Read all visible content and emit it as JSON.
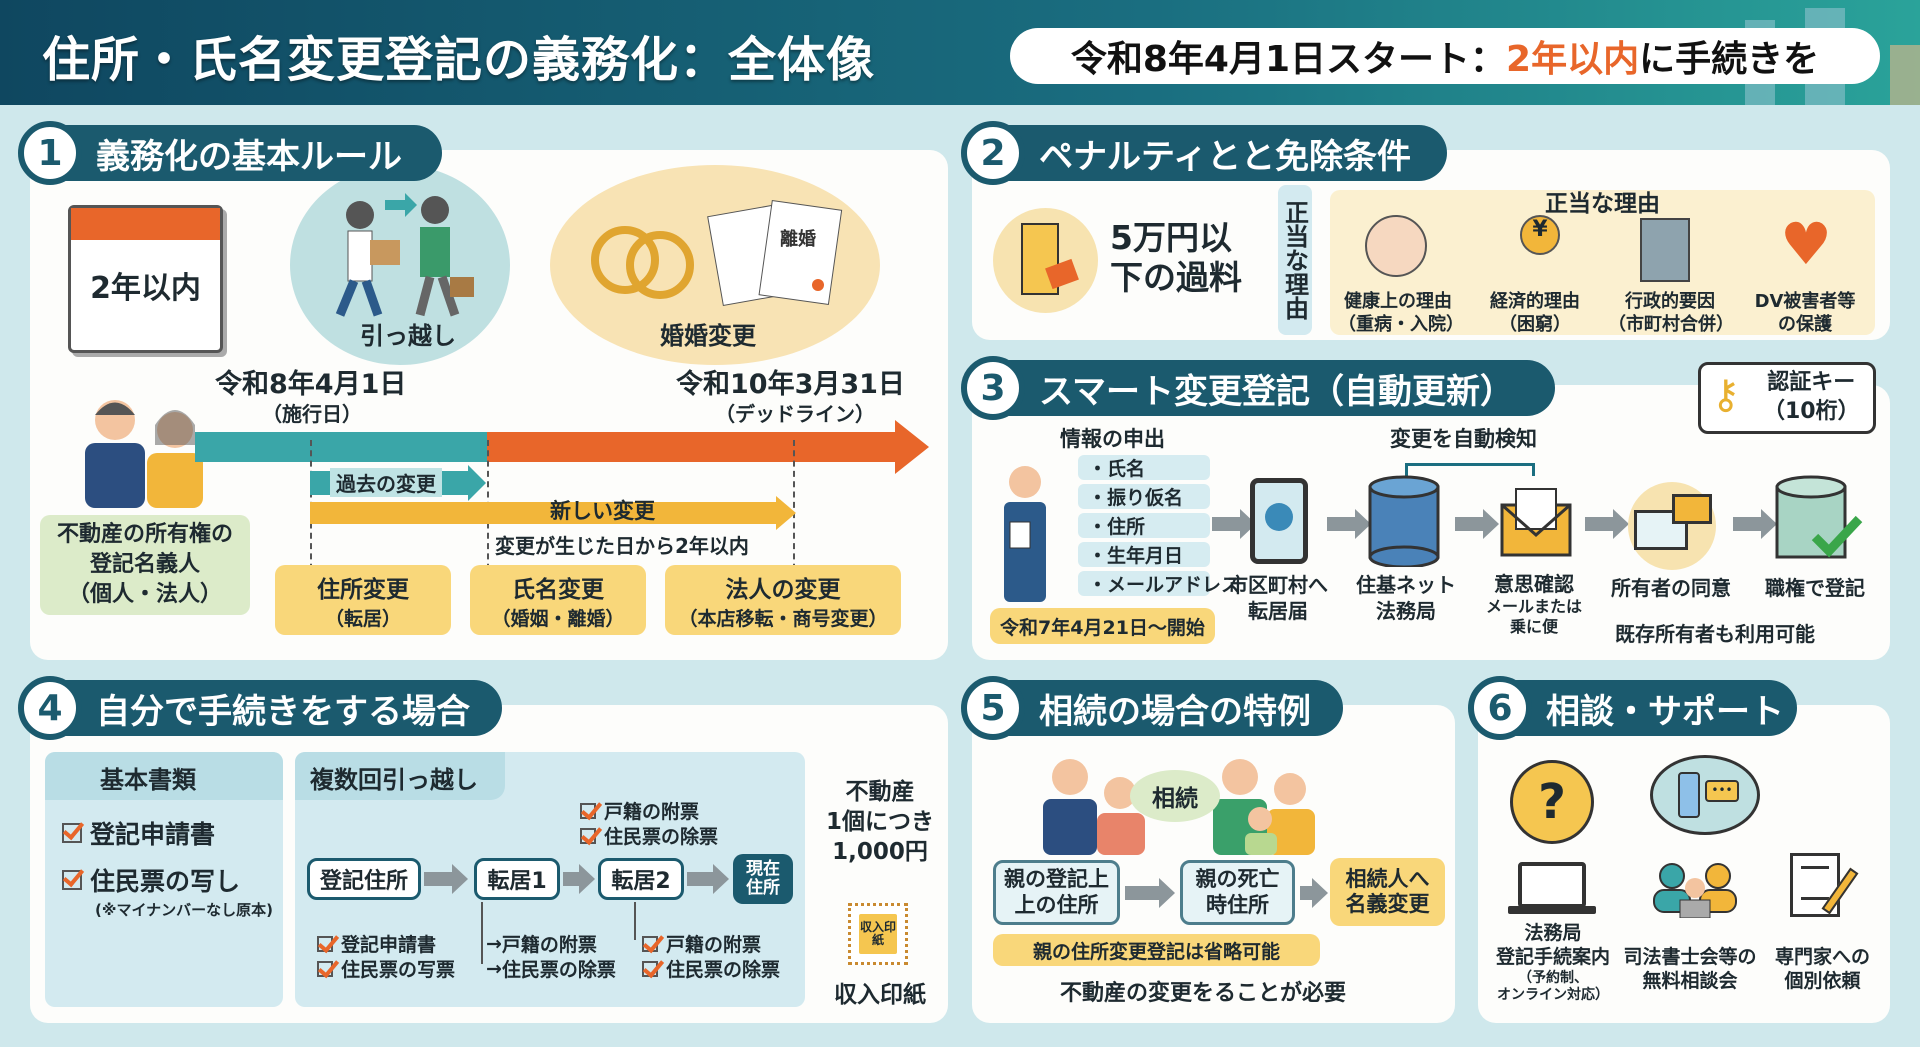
{
  "header": {
    "title": "住所・氏名変更登記の義務化：全体像",
    "banner_prefix": "令和8年4月1日スタート：",
    "banner_highlight": "2年以内",
    "banner_suffix": "に手続きを"
  },
  "colors": {
    "navy": "#1b5a6e",
    "orange": "#e8662a",
    "teal": "#3aa6a8",
    "yellow": "#f9d77a",
    "bg": "#cfe8ec"
  },
  "s1": {
    "num": "1",
    "title": "義務化の基本ルール",
    "calendar": "2年以内",
    "moving": "引っ越し",
    "marriage": "婚婚変更",
    "divorce_doc": "離婚",
    "start_date": "令和8年4月1日",
    "start_note": "（施行日）",
    "deadline_date": "令和10年3月31日",
    "deadline_note": "（デッドライン）",
    "owner": [
      "不動産の所有権の",
      "登記名義人",
      "（個人・法人）"
    ],
    "past": "過去の変更",
    "new": "新しい変更",
    "within": "変更が生じた日から2年以内",
    "cards": [
      {
        "title": "住所変更",
        "sub": "（転居）"
      },
      {
        "title": "氏名変更",
        "sub": "（婚姻・離婚）"
      },
      {
        "title": "法人の変更",
        "sub": "（本店移転・商号変更）"
      }
    ]
  },
  "s2": {
    "num": "2",
    "title": "ペナルティとと免除条件",
    "fine": [
      "5万円以",
      "下の過料"
    ],
    "vertical": "正当な理由",
    "reasons_title": "正当な理由",
    "reasons": [
      {
        "l1": "健康上の理由",
        "l2": "（重病・入院）",
        "icon": "patient-icon"
      },
      {
        "l1": "経済的理由",
        "l2": "（困窮）",
        "icon": "yen-hand-icon"
      },
      {
        "l1": "行政的要因",
        "l2": "（市町村合併）",
        "icon": "building-icon"
      },
      {
        "l1": "DV被害者等",
        "l2": "の保護",
        "icon": "broken-heart-icon"
      }
    ]
  },
  "s3": {
    "num": "3",
    "title": "スマート変更登記（自動更新）",
    "key": [
      "認証キー",
      "（10桁）"
    ],
    "info_title": "情報の申出",
    "items": [
      "・氏名",
      "・振り仮名",
      "・住所",
      "・生年月日",
      "・メールアドレス"
    ],
    "start": "令和7年4月21日～開始",
    "detect": "変更を自動検知",
    "steps": [
      [
        "市区町村へ",
        "転居届"
      ],
      [
        "住基ネット",
        "法務局"
      ],
      [
        "意思確認",
        "メールまたは",
        "乗に便"
      ],
      [
        "所有者の同意"
      ],
      [
        "職権で登記"
      ]
    ],
    "existing": "既存所有者も利用可能"
  },
  "s4": {
    "num": "4",
    "title": "自分で手続きをする場合",
    "basic_title": "基本書類",
    "basic": [
      "登記申請書",
      "住民票の写し"
    ],
    "basic_note": "(※マイナンバーなし原本)",
    "multi_title": "複数回引っ越し",
    "top_checks": [
      "戸籍の附票",
      "住民票の除票"
    ],
    "flow": [
      "登記住所",
      "転居1",
      "転居2",
      "現在住所"
    ],
    "col1": [
      "登記申請書",
      "住民票の写票"
    ],
    "col2": [
      "戸籍の附票",
      "住民票の除票"
    ],
    "col3": [
      "戸籍の附票",
      "住民票の除票"
    ],
    "fee": [
      "不動産",
      "1個につき",
      "1,000円"
    ],
    "stamp": "収入印紙",
    "stamp_label": "収入印紙"
  },
  "s5": {
    "num": "5",
    "title": "相続の場合の特例",
    "bubble": "相続",
    "flow": [
      [
        "親の登記上",
        "上の住所"
      ],
      [
        "親の死亡",
        "時住所"
      ],
      [
        "相続人へ",
        "名義変更"
      ]
    ],
    "omit": "親の住所変更登記は省略可能",
    "note": "不動産の変更をることが必要"
  },
  "s6": {
    "num": "6",
    "title": "相談・サポート",
    "items": [
      [
        "法務局",
        "登記手続案内",
        "（予約制、",
        "オンライン対応）"
      ],
      [
        "司法書士会等の",
        "無料相談会"
      ],
      [
        "専門家への",
        "個別依頼"
      ]
    ]
  }
}
